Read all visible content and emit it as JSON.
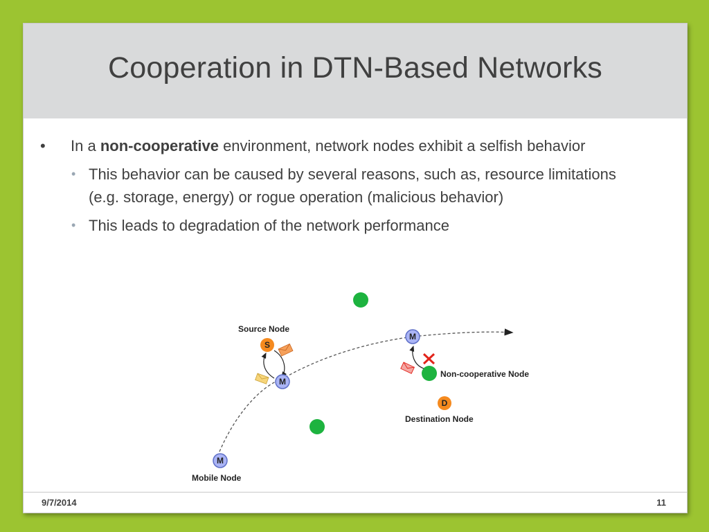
{
  "title": "Cooperation in DTN-Based Networks",
  "bullet1": {
    "prefix": "In a ",
    "bold": "non-cooperative",
    "suffix": " environment, network nodes exhibit a selfish behavior"
  },
  "subbullets": [
    "This behavior can be caused by several reasons, such as, resource limitations (e.g. storage, energy) or rogue operation (malicious behavior)",
    "This leads to degradation of the network performance"
  ],
  "diagram": {
    "labels": {
      "source": "Source Node",
      "noncoop": "Non-cooperative Node",
      "destination": "Destination Node",
      "mobile": "Mobile Node"
    },
    "letters": {
      "source": "S",
      "mobile": "M",
      "destination": "D"
    },
    "colors": {
      "green": "#1db33f",
      "orange": "#f58a1f",
      "mobile_fill": "#aab4f5",
      "mobile_stroke": "#5e6fc7",
      "red": "#e2231a",
      "envelope_orange": "#f5a05a",
      "envelope_yellow": "#f7d57a"
    }
  },
  "footer": {
    "date": "9/7/2014",
    "page": "11"
  }
}
